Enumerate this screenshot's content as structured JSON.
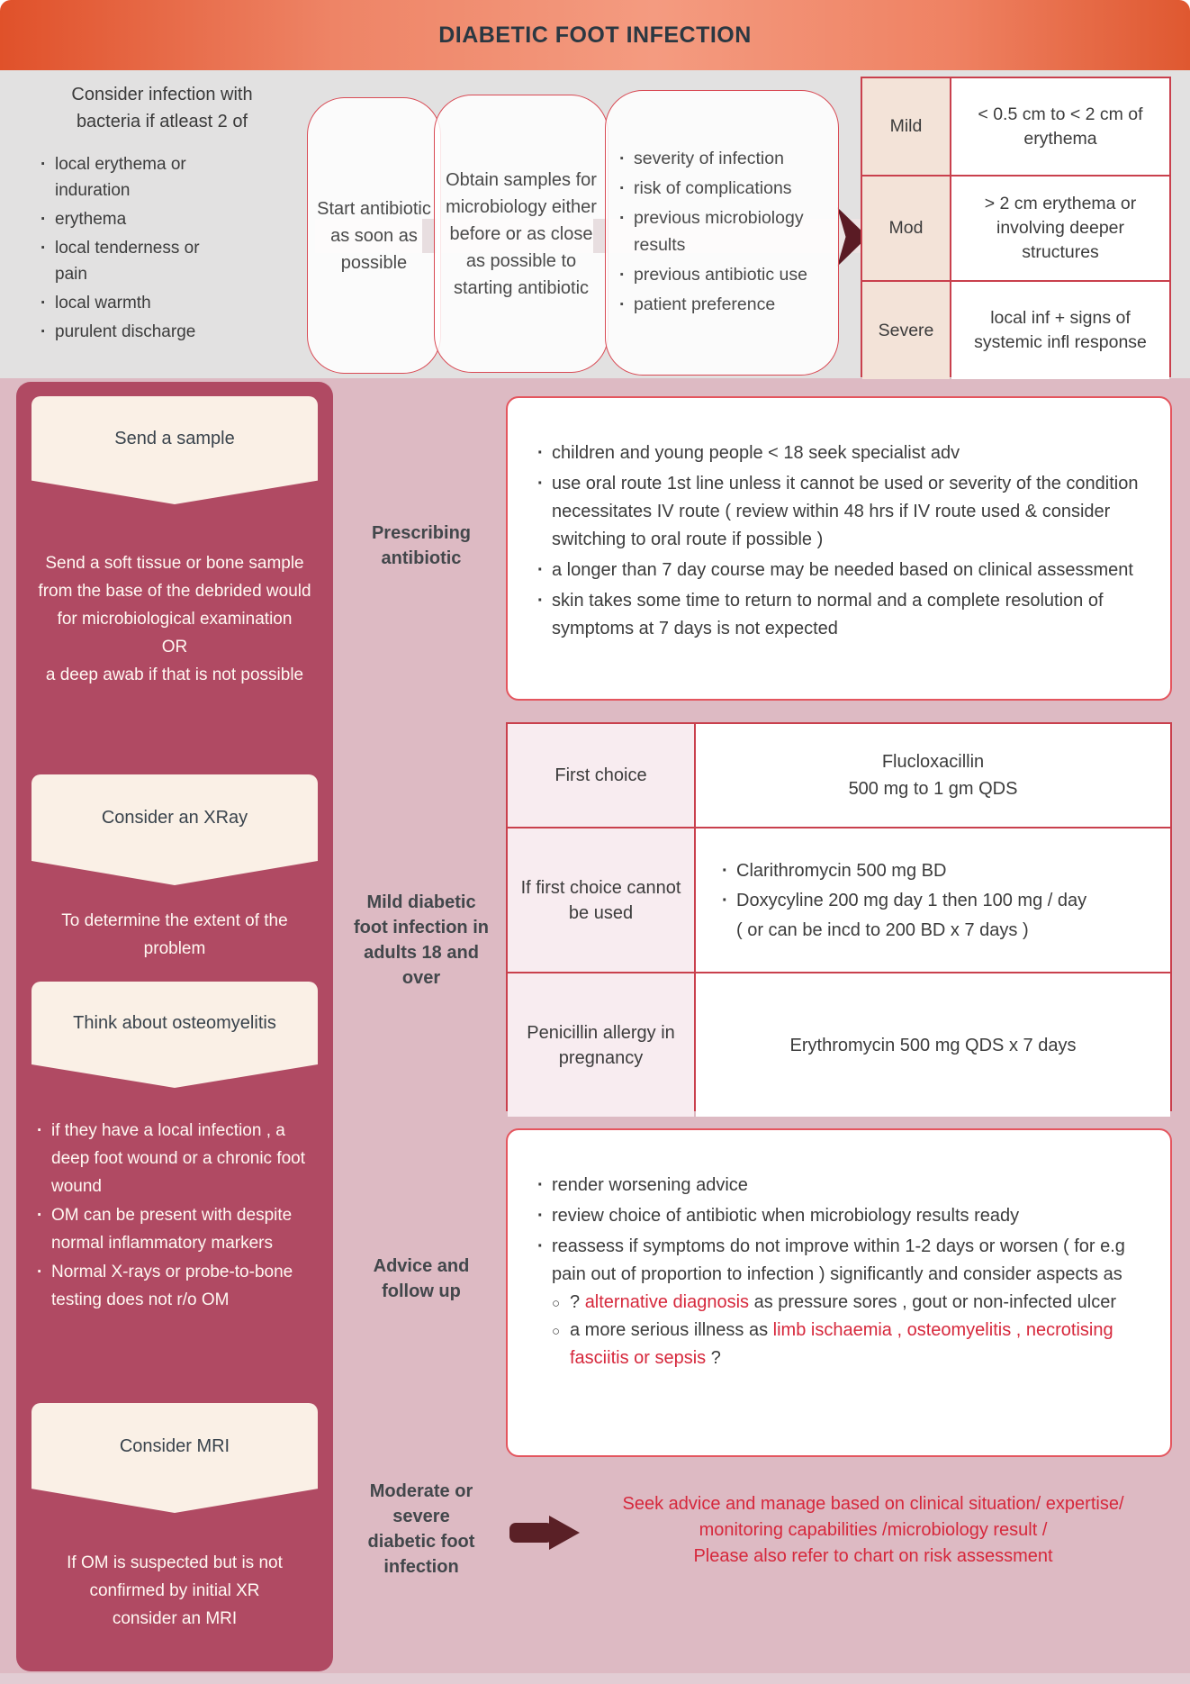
{
  "header": {
    "title": "DIABETIC FOOT INFECTION"
  },
  "criteria": {
    "title_line1": "Consider infection with",
    "title_line2": "bacteria if atleast 2 of",
    "items": [
      "local erythema or induration",
      "erythema",
      "local tenderness or pain",
      "local warmth",
      "purulent discharge"
    ]
  },
  "flow": {
    "step1": "Start antibiotic as soon as possible",
    "step2": "Obtain samples for microbiology either before or as close as possible to starting antibiotic",
    "factors": [
      "severity of infection",
      "risk of complications",
      "previous microbiology results",
      "previous antibiotic use",
      "patient preference"
    ]
  },
  "severity": {
    "rows": [
      {
        "label": "Mild",
        "desc": "< 0.5 cm to < 2 cm of erythema"
      },
      {
        "label": "Mod",
        "desc": "> 2 cm erythema or involving deeper structures"
      },
      {
        "label": "Severe",
        "desc": "local inf + signs of systemic infl response"
      }
    ]
  },
  "sidebar": {
    "banner1": "Send a sample",
    "para1": "Send a soft tissue or bone sample from the base of the debrided would for microbiological examination",
    "para1_or": "OR",
    "para1b": "a deep awab if that is not possible",
    "banner2": "Consider an XRay",
    "para2": "To determine the extent of the problem",
    "banner3": "Think about osteomyelitis",
    "bullets": [
      "if they have a local infection , a deep foot wound or a chronic foot wound",
      "OM can be present with despite normal inflammatory markers",
      "Normal X-rays or probe-to-bone testing does not r/o OM"
    ],
    "banner4": "Consider MRI",
    "para3": "If OM is suspected but is not confirmed by initial XR consider an MRI"
  },
  "prescribing": {
    "label": "Prescribing antibiotic",
    "bullets": [
      "children and young people < 18 seek specialist adv",
      "use oral route 1st line unless it cannot be used or severity of the condition necessitates IV route ( review within 48 hrs if IV route used & consider switching to oral route if possible )",
      "a longer than 7 day course may be needed based on clinical assessment",
      "skin takes some time to return to normal and a complete resolution of symptoms at 7 days is not expected"
    ]
  },
  "mild_table": {
    "label": "Mild diabetic foot infection in adults 18 and over",
    "rows": [
      {
        "label": "First choice",
        "line1": "Flucloxacillin",
        "line2": "500 mg to 1 gm QDS"
      },
      {
        "label": "If first choice cannot be used",
        "bullet1": "Clarithromycin 500 mg BD",
        "bullet2": "Doxycyline 200 mg day 1 then 100 mg / day",
        "bullet2b": "( or can be incd to 200 BD x 7 days )"
      },
      {
        "label": "Penicillin allergy in pregnancy",
        "line1": "Erythromycin 500 mg QDS x 7 days"
      }
    ]
  },
  "advice": {
    "label": "Advice and follow up",
    "bullet1": "render worsening advice",
    "bullet2": "review choice of antibiotic when microbiology results ready",
    "bullet3": "reassess if symptoms do not improve within 1-2 days or worsen ( for e.g pain out of proportion to infection ) significantly and consider aspects as",
    "sub1_pre": "? ",
    "sub1_red": "alternative diagnosis",
    "sub1_post": " as pressure sores , gout or non-infected ulcer",
    "sub2_pre": "a more serious illness as ",
    "sub2_red": "limb ischaemia , osteomyelitis , necrotising fasciitis or sepsis",
    "sub2_post": " ?"
  },
  "moderate": {
    "label": "Moderate or severe diabetic foot infection",
    "line1": "Seek advice and manage based on clinical situation/ expertise/",
    "line2": "monitoring capabilities /microbiology result /",
    "line3": "Please also refer to chart on risk assessment"
  },
  "colors": {
    "header_orange_dark": "#e0512a",
    "header_orange_light": "#f49b80",
    "gray_bg": "#e2e1e1",
    "pink_bg": "#ddbac3",
    "sidebar_rose": "#b04a63",
    "cream_banner": "#faf0e6",
    "beige_cell": "#f3e3d8",
    "pink_cell": "#f8ecf0",
    "red_border": "#d94b55",
    "maroon_arrow": "#5a1b24",
    "red_text": "#d6283c",
    "dark_text": "#3c3c3c"
  }
}
